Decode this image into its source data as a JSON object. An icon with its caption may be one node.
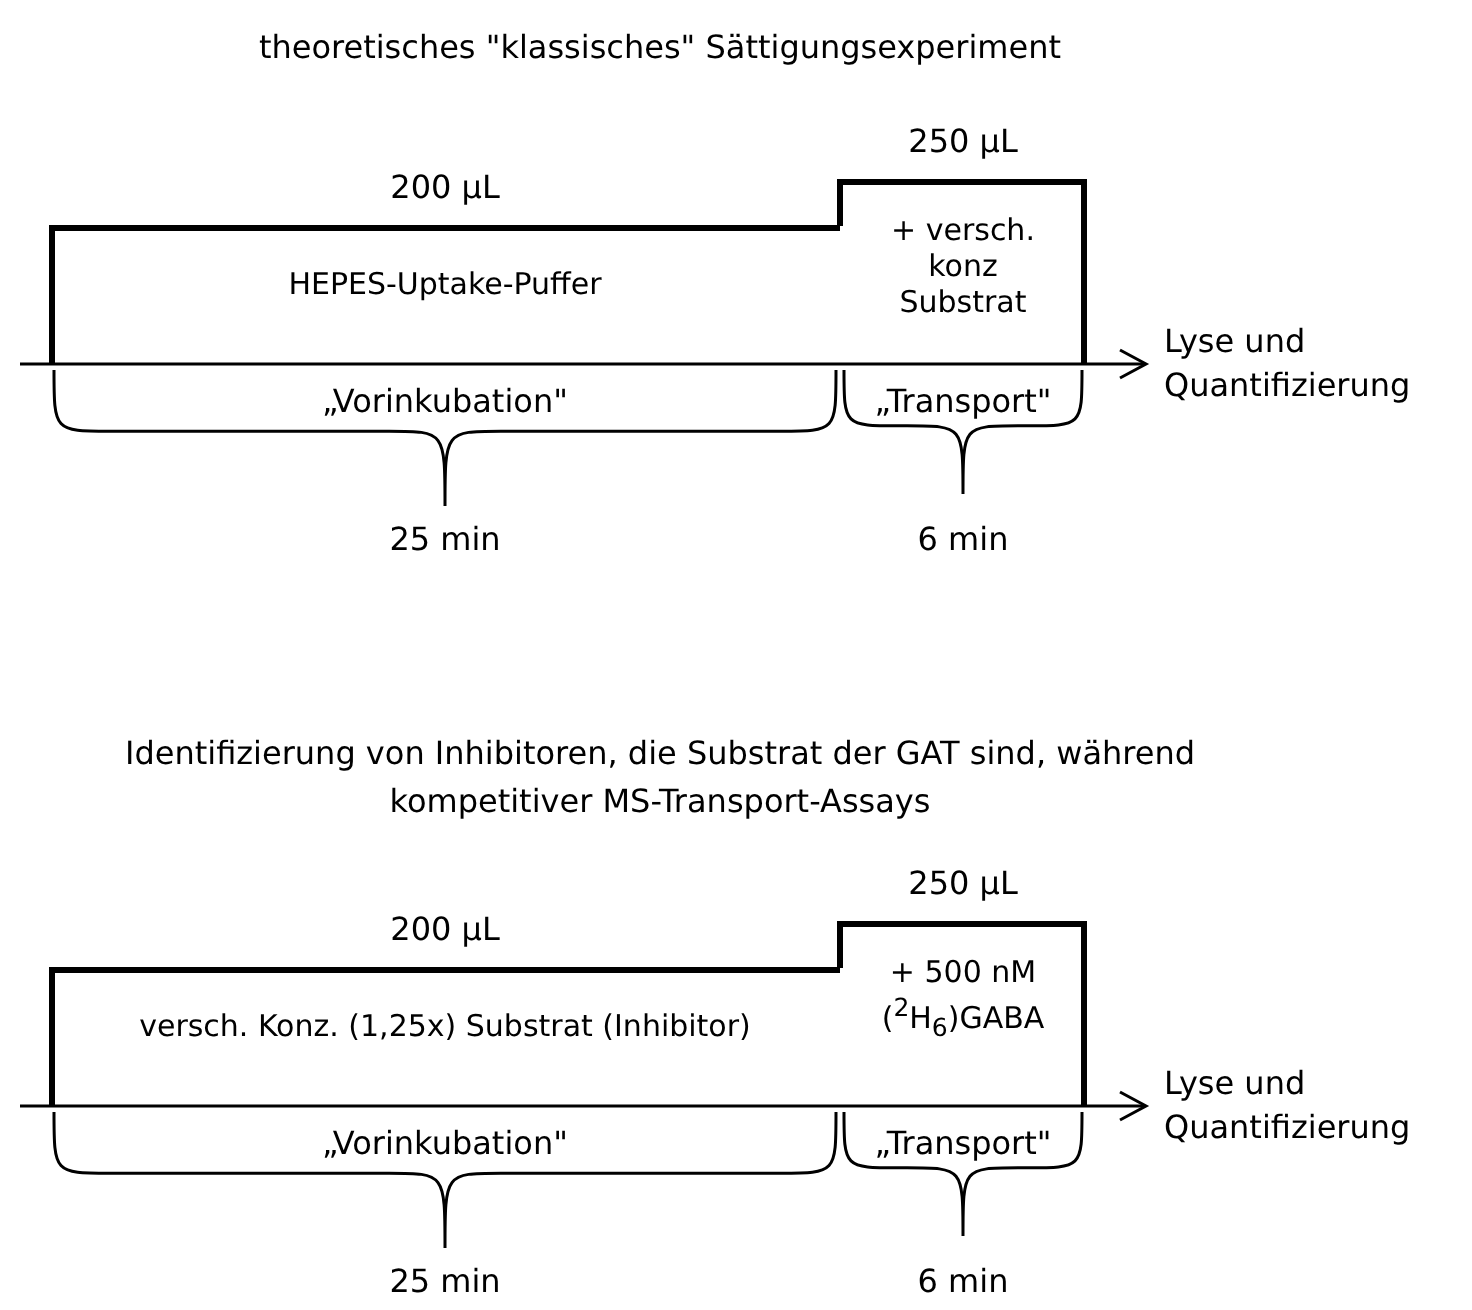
{
  "diagram": {
    "nodes": [
      {
        "text": [
          "HEPES-Uptake-Puffer"
        ],
        "beside": [
          "200 µL"
        ]
      },
      {
        "text": [
          "+ versch. konz Substrat"
        ],
        "beside": [
          "250 µL"
        ]
      },
      {
        "text": [
          "versch. Konz. (1,25x) Substrat (Inhibitor)"
        ],
        "beside": [
          "200 µL"
        ]
      },
      {
        "text": [
          "+ 500 nM ($^{2}$H$_{6}$)GABA"
        ],
        "beside": [
          "250 µL"
        ]
      }
    ],
    "edges": [],
    "labels": [
      "theoretisches \"klassisches\" Sättigungsexperiment",
      "Lyse und Quantifizierung",
      "„Vorinkubation\"",
      "„Transport\"",
      "25 min",
      "6 min",
      "Identifizierung von Inhibitoren, die Substrat der GAT sind, während kompetitiver MS-Transport-Assays",
      "Lyse und Quantifizierung",
      "„Vorinkubation\"",
      "„Transport\"",
      "25 min",
      "6 min"
    ]
  }
}
